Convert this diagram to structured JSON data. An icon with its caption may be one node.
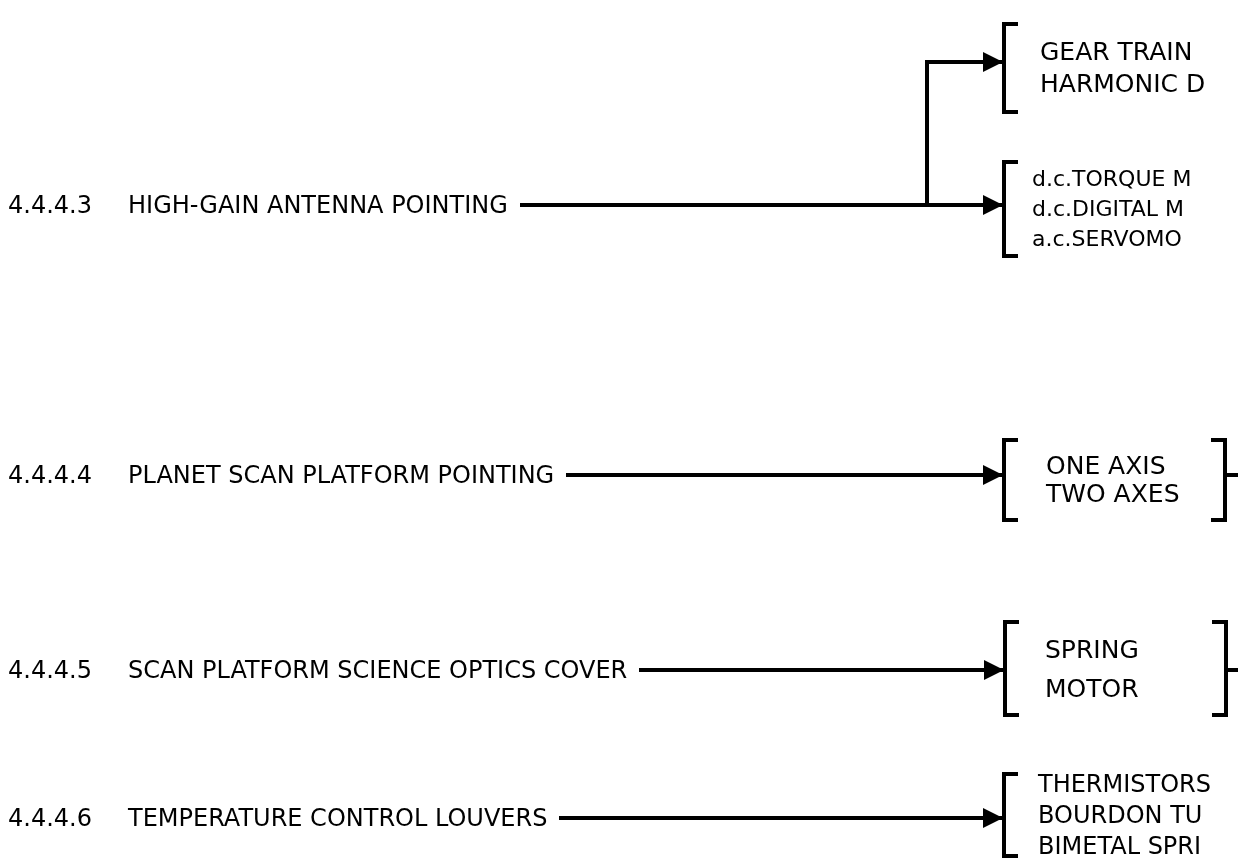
{
  "diagram": {
    "nodes": [
      {
        "text": [
          "4.4.4.3",
          "HIGH-GAIN ANTENNA POINTING"
        ]
      },
      {
        "text": [
          "GEAR TRAIN",
          "HARMONIC D"
        ]
      },
      {
        "text": [
          "d.c.TORQUE M",
          "d.c.DIGITAL M",
          "a.c.SERVOMO"
        ]
      },
      {
        "text": [
          "4.4.4.4",
          "PLANET SCAN PLATFORM POINTING"
        ]
      },
      {
        "text": [
          "ONE AXIS",
          "TWO AXES"
        ]
      },
      {
        "text": [
          "4.4.4.5",
          "SCAN PLATFORM SCIENCE OPTICS COVER"
        ]
      },
      {
        "text": [
          "SPRING",
          "MOTOR"
        ]
      },
      {
        "text": [
          "4.4.4.6",
          "TEMPERATURE CONTROL LOUVERS"
        ]
      },
      {
        "text": [
          "THERMISTORS",
          "BOURDON TU",
          "BIMETAL SPRI"
        ]
      }
    ],
    "edges": [
      {
        "from": 0,
        "to": 1,
        "arrow": "to"
      },
      {
        "from": 0,
        "to": 2,
        "arrow": "to"
      },
      {
        "from": 3,
        "to": 4,
        "arrow": "to"
      },
      {
        "from": 4,
        "to": null,
        "arrow": "none"
      },
      {
        "from": 5,
        "to": 6,
        "arrow": "to"
      },
      {
        "from": 6,
        "to": null,
        "arrow": "none"
      },
      {
        "from": 7,
        "to": 8,
        "arrow": "to"
      }
    ]
  }
}
